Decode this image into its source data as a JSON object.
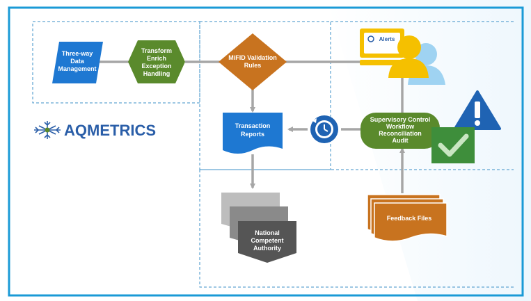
{
  "colors": {
    "frame_border": "#1a9ad6",
    "dashed_region": "#3b8fc7",
    "connector": "#a6a6a6",
    "blue_shape": "#1e78d2",
    "green_shape": "#5a8a2c",
    "orange_shape": "#c8731f",
    "gray_dark": "#555555",
    "gray_mid": "#8a8a8a",
    "gray_light": "#bdbdbd",
    "alert_yellow": "#f5c000",
    "person_blue": "#9fd3f2",
    "warning_blue": "#1f63b3",
    "check_green": "#3e8e3b",
    "brand_blue": "#2a5ea8"
  },
  "nodes": {
    "three_way_data": {
      "lines": [
        "Three-way",
        "Data",
        "Management"
      ]
    },
    "transform": {
      "lines": [
        "Transform",
        "Enrich",
        "Exception",
        "Handling"
      ]
    },
    "mifid_validation": {
      "lines": [
        "MiFID Validation",
        "Rules"
      ]
    },
    "transaction_reports": {
      "lines": [
        "Transaction",
        "Reports"
      ]
    },
    "supervisory_control": {
      "lines": [
        "Supervisory Control",
        "Workflow",
        "Reconciliation",
        "Audit"
      ]
    },
    "national_authority": {
      "lines": [
        "National",
        "Competent",
        "Authority"
      ]
    },
    "feedback_files": {
      "lines": [
        "Feedback Files"
      ]
    },
    "alerts_monitor": {
      "label": "Alerts"
    }
  },
  "brand": {
    "name": "AQMETRICS"
  },
  "icons": [
    "snowflake-logo-icon",
    "refresh-clock-icon",
    "alerts-monitor-icon",
    "user-icon",
    "warning-triangle-icon",
    "checkmark-icon"
  ]
}
